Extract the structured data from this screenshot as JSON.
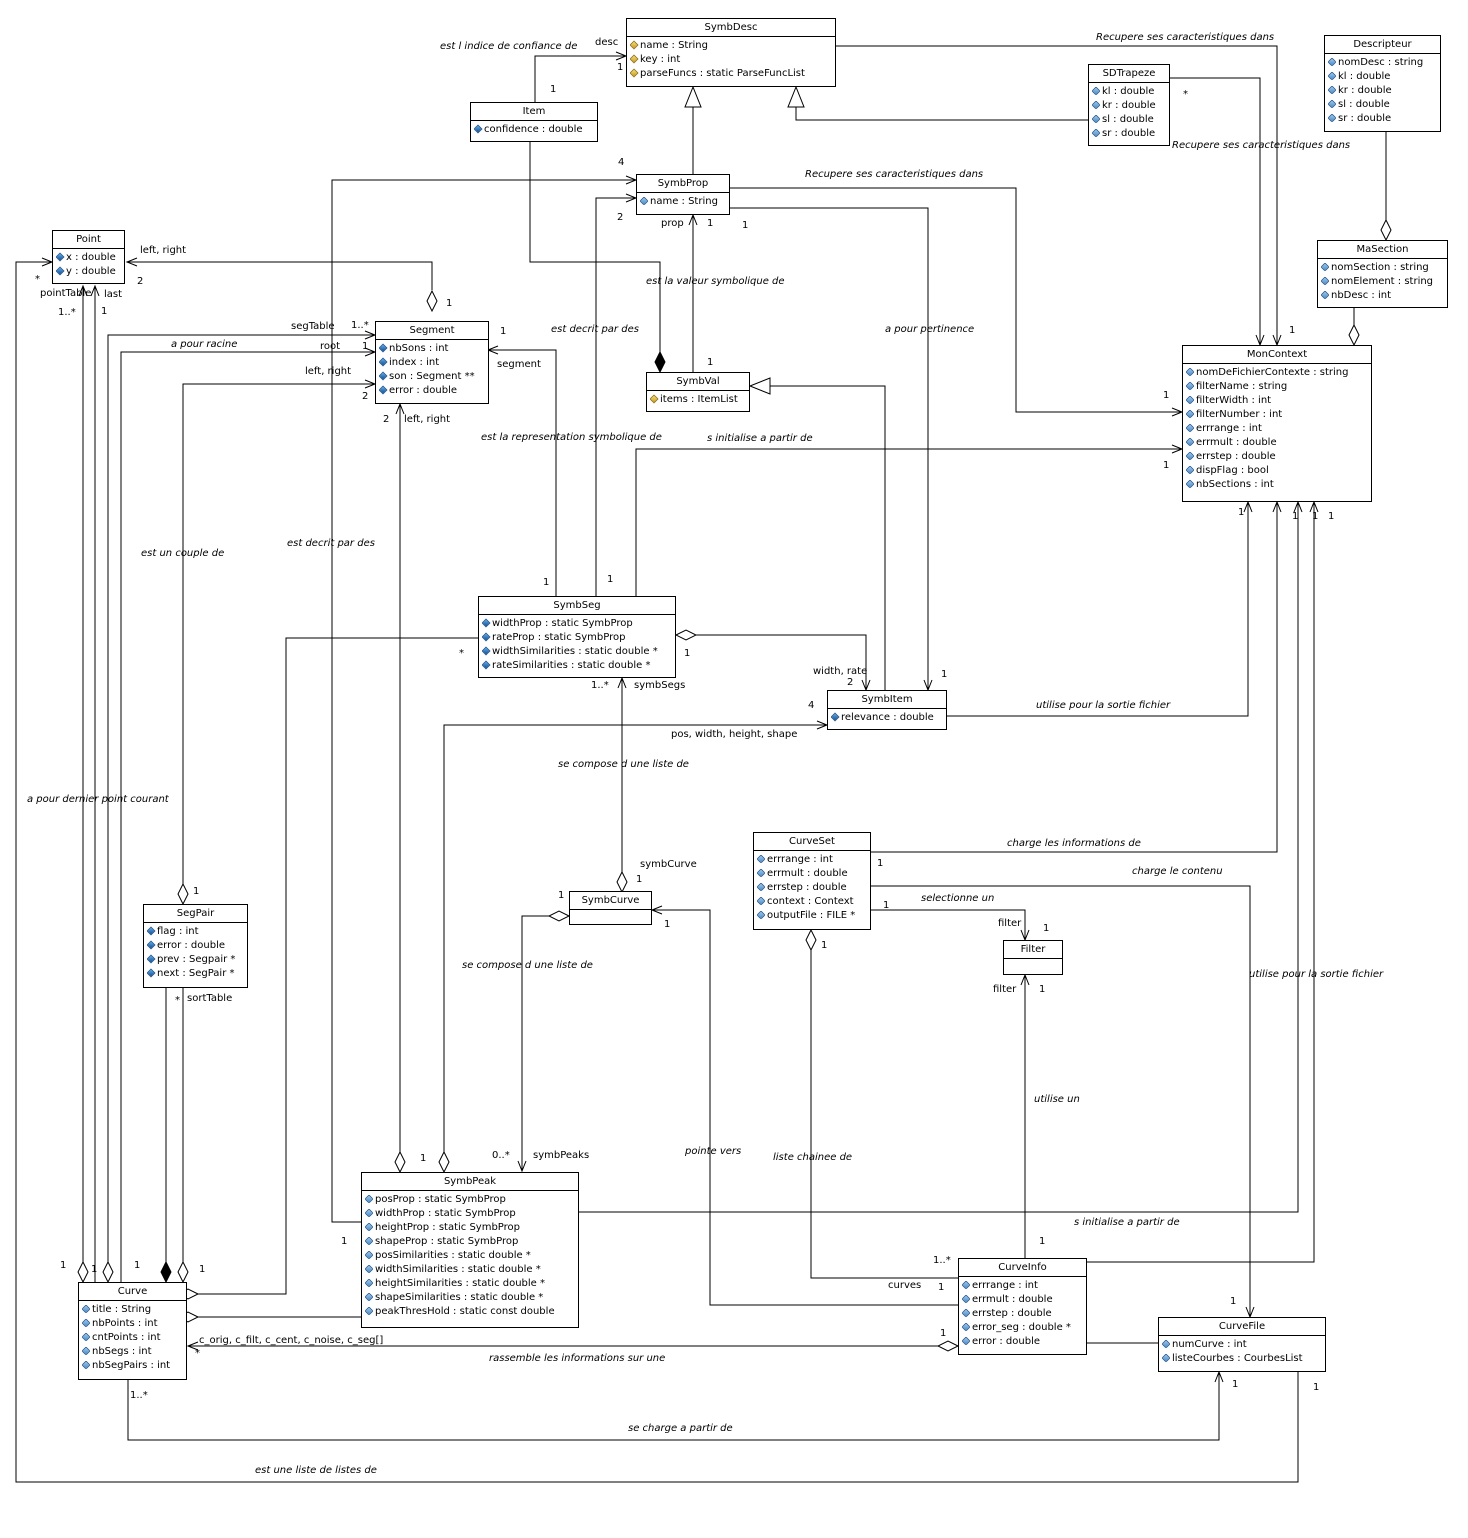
{
  "classes": {
    "symbdesc": {
      "name": "SymbDesc",
      "attrs": [
        "name : String",
        "key : int",
        "parseFuncs : static ParseFuncList"
      ]
    },
    "item": {
      "name": "Item",
      "attrs": [
        "confidence : double"
      ]
    },
    "sdtrapeze": {
      "name": "SDTrapeze",
      "attrs": [
        "kl : double",
        "kr : double",
        "sl : double",
        "sr : double"
      ]
    },
    "descripteur": {
      "name": "Descripteur",
      "attrs": [
        "nomDesc : string",
        "kl : double",
        "kr : double",
        "sl : double",
        "sr : double"
      ]
    },
    "masection": {
      "name": "MaSection",
      "attrs": [
        "nomSection : string",
        "nomElement : string",
        "nbDesc : int"
      ]
    },
    "moncontext": {
      "name": "MonContext",
      "attrs": [
        "nomDeFichierContexte : string",
        "filterName : string",
        "filterWidth : int",
        "filterNumber : int",
        "errrange : int",
        "errmult : double",
        "errstep : double",
        "dispFlag : bool",
        "nbSections : int"
      ]
    },
    "point": {
      "name": "Point",
      "attrs": [
        "x : double",
        "y : double"
      ]
    },
    "symbprop": {
      "name": "SymbProp",
      "attrs": [
        "name : String"
      ]
    },
    "segment": {
      "name": "Segment",
      "attrs": [
        "nbSons : int",
        "index : int",
        "son : Segment **",
        "error : double"
      ]
    },
    "symbval": {
      "name": "SymbVal",
      "attrs": [
        "items : ItemList"
      ]
    },
    "symbseg": {
      "name": "SymbSeg",
      "attrs": [
        "widthProp : static SymbProp",
        "rateProp : static SymbProp",
        "widthSimilarities : static double *",
        "rateSimilarities : static double *"
      ]
    },
    "symbitem": {
      "name": "SymbItem",
      "attrs": [
        "relevance : double"
      ]
    },
    "curveset": {
      "name": "CurveSet",
      "attrs": [
        "errrange : int",
        "errmult : double",
        "errstep : double",
        "context : Context",
        "outputFile : FILE *"
      ]
    },
    "symbcurve": {
      "name": "SymbCurve",
      "attrs": []
    },
    "filter": {
      "name": "Filter",
      "attrs": []
    },
    "segpair": {
      "name": "SegPair",
      "attrs": [
        "flag : int",
        "error : double",
        "prev : Segpair *",
        "next : SegPair *"
      ]
    },
    "symbpeak": {
      "name": "SymbPeak",
      "attrs": [
        "posProp : static SymbProp",
        "widthProp : static SymbProp",
        "heightProp : static SymbProp",
        "shapeProp : static SymbProp",
        "posSimilarities : static double *",
        "widthSimilarities : static double *",
        "heightSimilarities : static double *",
        "shapeSimilarities : static double *",
        "peakThresHold : static const double"
      ]
    },
    "curve": {
      "name": "Curve",
      "attrs": [
        "title : String",
        "nbPoints : int",
        "cntPoints : int",
        "nbSegs : int",
        "nbSegPairs : int"
      ]
    },
    "curveinfo": {
      "name": "CurveInfo",
      "attrs": [
        "errrange : int",
        "errmult : double",
        "errstep : double",
        "error_seg : double *",
        "error : double"
      ]
    },
    "curvefile": {
      "name": "CurveFile",
      "attrs": [
        "numCurve : int",
        "listeCourbes : CourbesList"
      ]
    }
  },
  "labels": [
    {
      "id": "l1",
      "text": "est l indice de confiance de",
      "italic": true
    },
    {
      "id": "l2",
      "text": "desc",
      "italic": false
    },
    {
      "id": "l3",
      "text": "1",
      "italic": false
    },
    {
      "id": "l4",
      "text": "1",
      "italic": false
    },
    {
      "id": "l5",
      "text": "Recupere ses caracteristiques dans",
      "italic": true
    },
    {
      "id": "l6",
      "text": "*",
      "italic": false
    },
    {
      "id": "l7",
      "text": "Recupere ses caracteristiques dans",
      "italic": true
    },
    {
      "id": "l8",
      "text": "4",
      "italic": false
    },
    {
      "id": "l9",
      "text": "2",
      "italic": false
    },
    {
      "id": "l10",
      "text": "prop",
      "italic": false
    },
    {
      "id": "l11",
      "text": "1",
      "italic": false
    },
    {
      "id": "l12",
      "text": "1",
      "italic": false
    },
    {
      "id": "l13",
      "text": "Recupere ses caracteristiques dans",
      "italic": true
    },
    {
      "id": "l14",
      "text": "left, right",
      "italic": false
    },
    {
      "id": "l15",
      "text": "2",
      "italic": false
    },
    {
      "id": "l16",
      "text": "*",
      "italic": false
    },
    {
      "id": "l17",
      "text": "pointTable",
      "italic": false
    },
    {
      "id": "l18",
      "text": "last",
      "italic": false
    },
    {
      "id": "l19",
      "text": "1..*",
      "italic": false
    },
    {
      "id": "l20",
      "text": "1",
      "italic": false
    },
    {
      "id": "l21",
      "text": "1",
      "italic": false
    },
    {
      "id": "l22",
      "text": "est la valeur symbolique de",
      "italic": true
    },
    {
      "id": "l23",
      "text": "segTable",
      "italic": false
    },
    {
      "id": "l24",
      "text": "1..*",
      "italic": false
    },
    {
      "id": "l25",
      "text": "1",
      "italic": false
    },
    {
      "id": "l26",
      "text": "est decrit par des",
      "italic": true
    },
    {
      "id": "l27",
      "text": "a pour pertinence",
      "italic": true
    },
    {
      "id": "l28",
      "text": "1",
      "italic": false
    },
    {
      "id": "l29",
      "text": "a pour racine",
      "italic": true
    },
    {
      "id": "l30",
      "text": "root",
      "italic": false
    },
    {
      "id": "l31",
      "text": "1",
      "italic": false
    },
    {
      "id": "l32",
      "text": "segment",
      "italic": false
    },
    {
      "id": "l33",
      "text": "1",
      "italic": false
    },
    {
      "id": "l34",
      "text": "left, right",
      "italic": false
    },
    {
      "id": "l35",
      "text": "2",
      "italic": false
    },
    {
      "id": "l36",
      "text": "2",
      "italic": false
    },
    {
      "id": "l37",
      "text": "left, right",
      "italic": false
    },
    {
      "id": "l38",
      "text": "1",
      "italic": false
    },
    {
      "id": "l39",
      "text": "est la representation symbolique de",
      "italic": true
    },
    {
      "id": "l40",
      "text": "s initialise a partir de",
      "italic": true
    },
    {
      "id": "l41",
      "text": "1",
      "italic": false
    },
    {
      "id": "l42",
      "text": "est un couple de",
      "italic": true
    },
    {
      "id": "l43",
      "text": "est decrit par des",
      "italic": true
    },
    {
      "id": "l44",
      "text": "1",
      "italic": false
    },
    {
      "id": "l45",
      "text": "1",
      "italic": false
    },
    {
      "id": "l46",
      "text": "1",
      "italic": false
    },
    {
      "id": "l47",
      "text": "1",
      "italic": false
    },
    {
      "id": "l48",
      "text": "1",
      "italic": false
    },
    {
      "id": "l49",
      "text": "1",
      "italic": false
    },
    {
      "id": "l50",
      "text": "*",
      "italic": false
    },
    {
      "id": "l51",
      "text": "1",
      "italic": false
    },
    {
      "id": "l52",
      "text": "width, rate",
      "italic": false
    },
    {
      "id": "l53",
      "text": "2",
      "italic": false
    },
    {
      "id": "l54",
      "text": "1",
      "italic": false
    },
    {
      "id": "l55",
      "text": "1..*",
      "italic": false
    },
    {
      "id": "l56",
      "text": "symbSegs",
      "italic": false
    },
    {
      "id": "l57",
      "text": "4",
      "italic": false
    },
    {
      "id": "l58",
      "text": "utilise pour la sortie fichier",
      "italic": true
    },
    {
      "id": "l59",
      "text": "pos, width, height, shape",
      "italic": false
    },
    {
      "id": "l60",
      "text": "se compose d une liste de",
      "italic": true
    },
    {
      "id": "l61",
      "text": "a pour dernier point courant",
      "italic": true
    },
    {
      "id": "l62",
      "text": "charge les informations de",
      "italic": true
    },
    {
      "id": "l63",
      "text": "1",
      "italic": false
    },
    {
      "id": "l64",
      "text": "symbCurve",
      "italic": false
    },
    {
      "id": "l65",
      "text": "1",
      "italic": false
    },
    {
      "id": "l66",
      "text": "charge le contenu",
      "italic": true
    },
    {
      "id": "l67",
      "text": "1",
      "italic": false
    },
    {
      "id": "l68",
      "text": "1",
      "italic": false
    },
    {
      "id": "l69",
      "text": "selectionne un",
      "italic": true
    },
    {
      "id": "l70",
      "text": "1",
      "italic": false
    },
    {
      "id": "l71",
      "text": "filter",
      "italic": false
    },
    {
      "id": "l72",
      "text": "1",
      "italic": false
    },
    {
      "id": "l73",
      "text": "1",
      "italic": false
    },
    {
      "id": "l74",
      "text": "se compose d une liste de",
      "italic": true
    },
    {
      "id": "l75",
      "text": "filter",
      "italic": false
    },
    {
      "id": "l76",
      "text": "1",
      "italic": false
    },
    {
      "id": "l77",
      "text": "utilise pour la sortie fichier",
      "italic": true
    },
    {
      "id": "l78",
      "text": "*",
      "italic": false
    },
    {
      "id": "l79",
      "text": "sortTable",
      "italic": false
    },
    {
      "id": "l80",
      "text": "utilise un",
      "italic": true
    },
    {
      "id": "l81",
      "text": "pointe vers",
      "italic": true
    },
    {
      "id": "l82",
      "text": "liste chainee de",
      "italic": true
    },
    {
      "id": "l83",
      "text": "0..*",
      "italic": false
    },
    {
      "id": "l84",
      "text": "symbPeaks",
      "italic": false
    },
    {
      "id": "l85",
      "text": "1",
      "italic": false
    },
    {
      "id": "l86",
      "text": "1",
      "italic": false
    },
    {
      "id": "l87",
      "text": "s initialise a partir de",
      "italic": true
    },
    {
      "id": "l88",
      "text": "1",
      "italic": false
    },
    {
      "id": "l89",
      "text": "1..*",
      "italic": false
    },
    {
      "id": "l90",
      "text": "1",
      "italic": false
    },
    {
      "id": "l91",
      "text": "1",
      "italic": false
    },
    {
      "id": "l92",
      "text": "1",
      "italic": false
    },
    {
      "id": "l93",
      "text": "1",
      "italic": false
    },
    {
      "id": "l94",
      "text": "1",
      "italic": false
    },
    {
      "id": "l95",
      "text": "curves",
      "italic": false
    },
    {
      "id": "l96",
      "text": "1",
      "italic": false
    },
    {
      "id": "l97",
      "text": "1",
      "italic": false
    },
    {
      "id": "l98",
      "text": "c_orig, c_filt, c_cent, c_noise, c_seg[]",
      "italic": false
    },
    {
      "id": "l99",
      "text": "1",
      "italic": false
    },
    {
      "id": "l100",
      "text": "*",
      "italic": false
    },
    {
      "id": "l101",
      "text": "rassemble les informations sur une",
      "italic": true
    },
    {
      "id": "l102",
      "text": "1..*",
      "italic": false
    },
    {
      "id": "l103",
      "text": "1",
      "italic": false
    },
    {
      "id": "l104",
      "text": "1",
      "italic": false
    },
    {
      "id": "l105",
      "text": "se charge a partir de",
      "italic": true
    },
    {
      "id": "l106",
      "text": "est une liste de listes de",
      "italic": true
    }
  ]
}
